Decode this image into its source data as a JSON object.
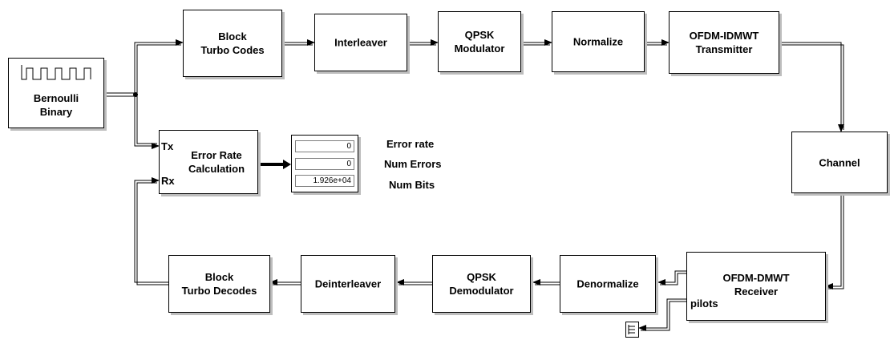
{
  "blocks": {
    "bernoulli": "Bernoulli\nBinary",
    "turbo_codes": "Block\nTurbo Codes",
    "interleaver": "Interleaver",
    "qpsk_mod": "QPSK\nModulator",
    "normalize": "Normalize",
    "ofdm_tx": "OFDM-IDMWT\nTransmitter",
    "channel": "Channel",
    "ofdm_rx": "OFDM-DMWT\nReceiver",
    "denormalize": "Denormalize",
    "qpsk_demod": "QPSK\nDemodulator",
    "deinterleaver": "Deinterleaver",
    "turbo_decodes": "Block\nTurbo Decodes",
    "error_rate": "Error Rate\nCalculation"
  },
  "ports": {
    "tx": "Tx",
    "rx": "Rx",
    "pilots": "pilots"
  },
  "display": {
    "values": [
      "0",
      "0",
      "1.926e+04"
    ],
    "labels": [
      "Error rate",
      "Num Errors",
      "Num Bits"
    ]
  }
}
